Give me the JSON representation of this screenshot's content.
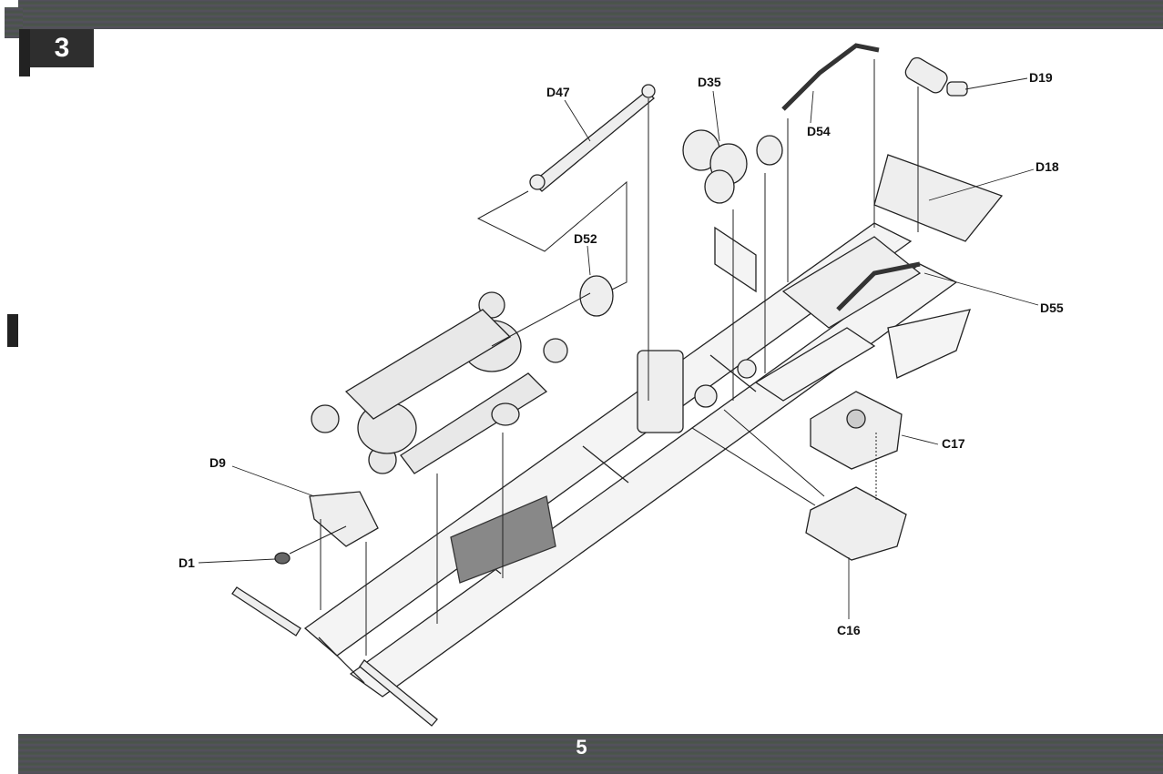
{
  "step_number": "3",
  "page_number": "5",
  "parts": {
    "d47": "D47",
    "d35": "D35",
    "d54": "D54",
    "d19": "D19",
    "d18": "D18",
    "d52": "D52",
    "d55": "D55",
    "c17": "C17",
    "d9": "D9",
    "d1": "D1",
    "c16": "C16"
  },
  "colors": {
    "banner": "#4b5050",
    "step_box": "#2e2e2e"
  }
}
